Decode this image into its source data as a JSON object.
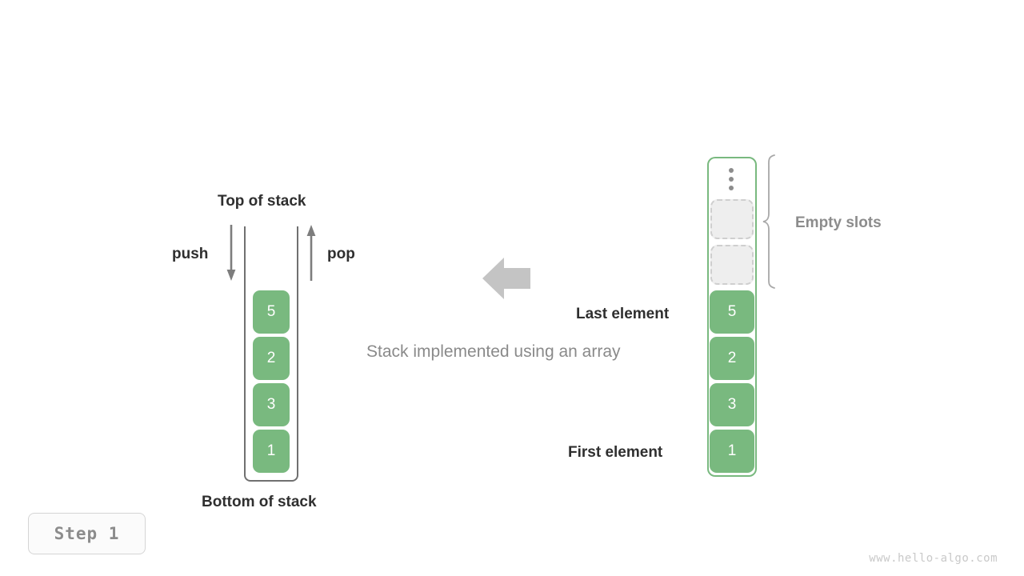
{
  "diagram": {
    "caption": "Stack implemented using an array",
    "transform_arrow_direction": "left",
    "colors": {
      "element_green": "#79b97f",
      "container_gray": "#707070",
      "empty_slot_fill": "#eeeeee",
      "empty_slot_border": "#cfcfcf",
      "text_dark": "#2f2f2f",
      "text_gray": "#8c8c8c",
      "arrow_gray": "#c4c4c4"
    }
  },
  "stack": {
    "top_label": "Top of stack",
    "bottom_label": "Bottom of stack",
    "push_label": "push",
    "pop_label": "pop",
    "push_icon": "arrow-down-icon",
    "pop_icon": "arrow-up-icon",
    "elements": [
      {
        "value": "5"
      },
      {
        "value": "2"
      },
      {
        "value": "3"
      },
      {
        "value": "1"
      }
    ]
  },
  "array": {
    "ellipsis_icon": "vertical-ellipsis-icon",
    "brace_icon": "curly-brace-icon",
    "empty_slots_label": "Empty slots",
    "empty_slots_count": 2,
    "last_element_label": "Last element",
    "first_element_label": "First element",
    "elements": [
      {
        "value": "5"
      },
      {
        "value": "2"
      },
      {
        "value": "3"
      },
      {
        "value": "1"
      }
    ]
  },
  "step_badge": {
    "text": "Step 1"
  },
  "watermark": {
    "text": "www.hello-algo.com"
  }
}
